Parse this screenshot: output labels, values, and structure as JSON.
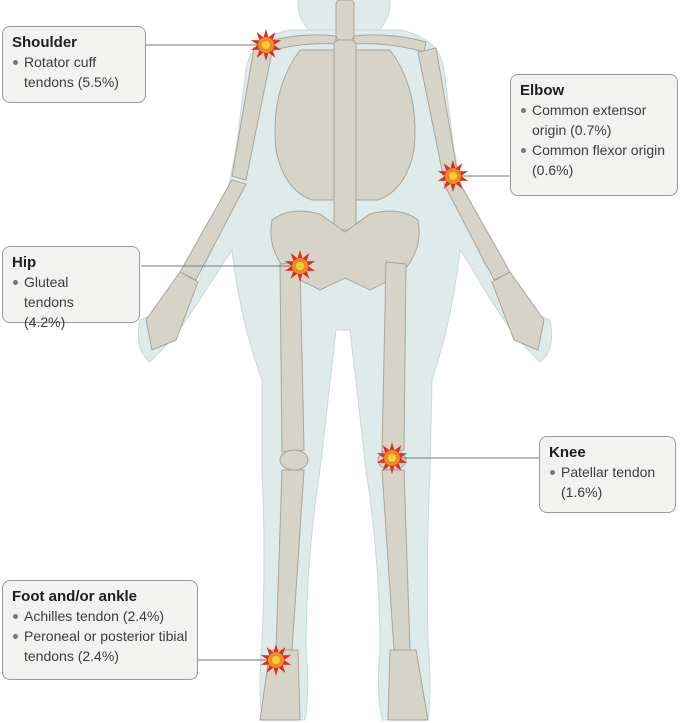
{
  "colors": {
    "body_silhouette": "#dfeaea",
    "bone": "#d6d3c8",
    "bone_outline": "#a9a598",
    "callout_bg": "#f2f2f1",
    "callout_border": "#9a9a9a",
    "leader_line": "#7a7a7a",
    "marker_red": "#d9301f",
    "marker_orange": "#f08a24",
    "marker_yellow": "#f6cf3a"
  },
  "callouts": {
    "shoulder": {
      "title": "Shoulder",
      "items": [
        "Rotator cuff tendons (5.5%)"
      ]
    },
    "elbow": {
      "title": "Elbow",
      "items": [
        "Common extensor origin (0.7%)",
        "Common flexor origin (0.6%)"
      ]
    },
    "hip": {
      "title": "Hip",
      "items": [
        "Gluteal tendons (4.2%)"
      ]
    },
    "knee": {
      "title": "Knee",
      "items": [
        "Patellar tendon (1.6%)"
      ]
    },
    "foot": {
      "title": "Foot and/or ankle",
      "items": [
        "Achilles tendon (2.4%)",
        "Peroneal or posterior tibial tendons (2.4%)"
      ]
    }
  },
  "markers": [
    "shoulder",
    "elbow",
    "hip",
    "knee",
    "foot"
  ],
  "icons": {
    "marker": "starburst-marker-icon"
  }
}
